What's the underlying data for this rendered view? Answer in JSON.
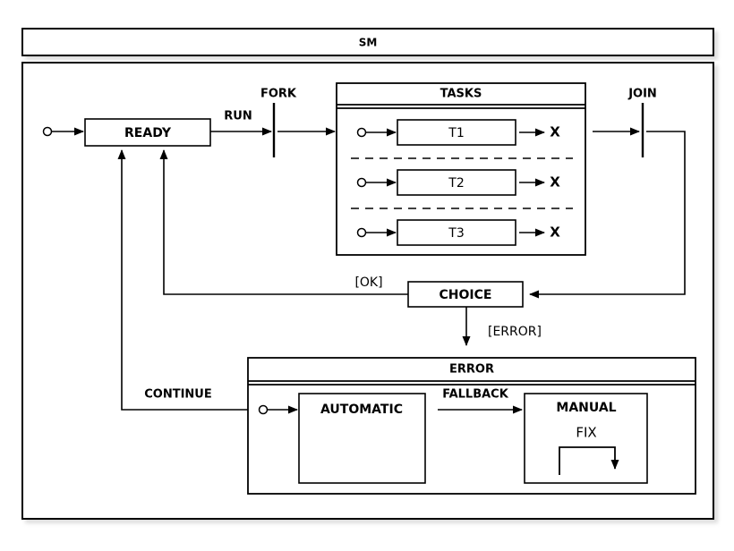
{
  "diagram": {
    "kind": "uml-state-machine",
    "title": "SM",
    "background": "#ffffff",
    "line_color": "#000000",
    "shadow_color": "#c8c8c8"
  },
  "states": {
    "ready": {
      "label": "READY"
    },
    "tasks": {
      "label": "TASKS"
    },
    "task1": {
      "label": "T1"
    },
    "task2": {
      "label": "T2"
    },
    "task3": {
      "label": "T3"
    },
    "choice": {
      "label": "CHOICE"
    },
    "error": {
      "label": "ERROR"
    },
    "automatic": {
      "label": "AUTOMATIC"
    },
    "manual": {
      "label": "MANUAL"
    }
  },
  "pseudostates": {
    "fork": {
      "label": "FORK"
    },
    "join": {
      "label": "JOIN"
    },
    "final_mark": "X"
  },
  "transitions": {
    "run": {
      "label": "RUN"
    },
    "ok": {
      "label": "[OK]"
    },
    "error_guard": {
      "label": "[ERROR]"
    },
    "continue": {
      "label": "CONTINUE"
    },
    "fallback": {
      "label": "FALLBACK"
    },
    "fix": {
      "label": "FIX"
    }
  }
}
